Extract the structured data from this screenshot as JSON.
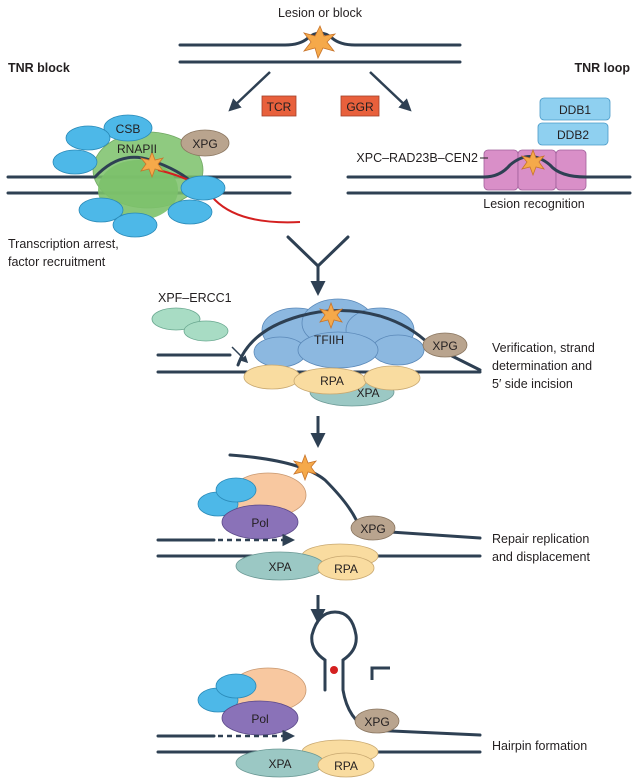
{
  "title": "Lesion or block",
  "left_header": "TNR block",
  "right_header": "TNR loop",
  "pathways": {
    "tcr": "TCR",
    "ggr": "GGR"
  },
  "tcr_panel": {
    "csb": "CSB",
    "rnapii": "RNAPII",
    "xpg": "XPG",
    "caption_line1": "Transcription arrest,",
    "caption_line2": "factor recruitment"
  },
  "ggr_panel": {
    "ddb1": "DDB1",
    "ddb2": "DDB2",
    "xpc": "XPC–RAD23B–CEN2",
    "caption": "Lesion recognition"
  },
  "verification_panel": {
    "xpf": "XPF–ERCC1",
    "tfiih": "TFIIH",
    "xpg": "XPG",
    "rpa": "RPA",
    "xpa": "XPA",
    "caption_line1": "Verification, strand",
    "caption_line2": "determination and",
    "caption_line3": "5′ side incision"
  },
  "replication_panel": {
    "pol": "Pol",
    "xpg": "XPG",
    "xpa": "XPA",
    "rpa": "RPA",
    "caption_line1": "Repair replication",
    "caption_line2": "and displacement"
  },
  "hairpin_panel": {
    "pol": "Pol",
    "xpg": "XPG",
    "xpa": "XPA",
    "rpa": "RPA",
    "caption": "Hairpin formation"
  },
  "colors": {
    "strand": "#2e4053",
    "blue_protein": "#4db8e8",
    "rnapii_green": "#7cc16a",
    "xpg_brown": "#b9a48e",
    "tcr_box": "#e8603c",
    "ddb_blue": "#8fd0f0",
    "xpc_pink": "#d98fc8",
    "tfiih_blue": "#8cb8e0",
    "rpa_tan": "#f9dca0",
    "xpa_teal": "#9bc8c4",
    "xpf_teal": "#a8dcc4",
    "pol_purple": "#8a72b8",
    "peach": "#f8c8a0",
    "lesion_orange": "#f5a94a",
    "rna_red": "#d42020"
  }
}
